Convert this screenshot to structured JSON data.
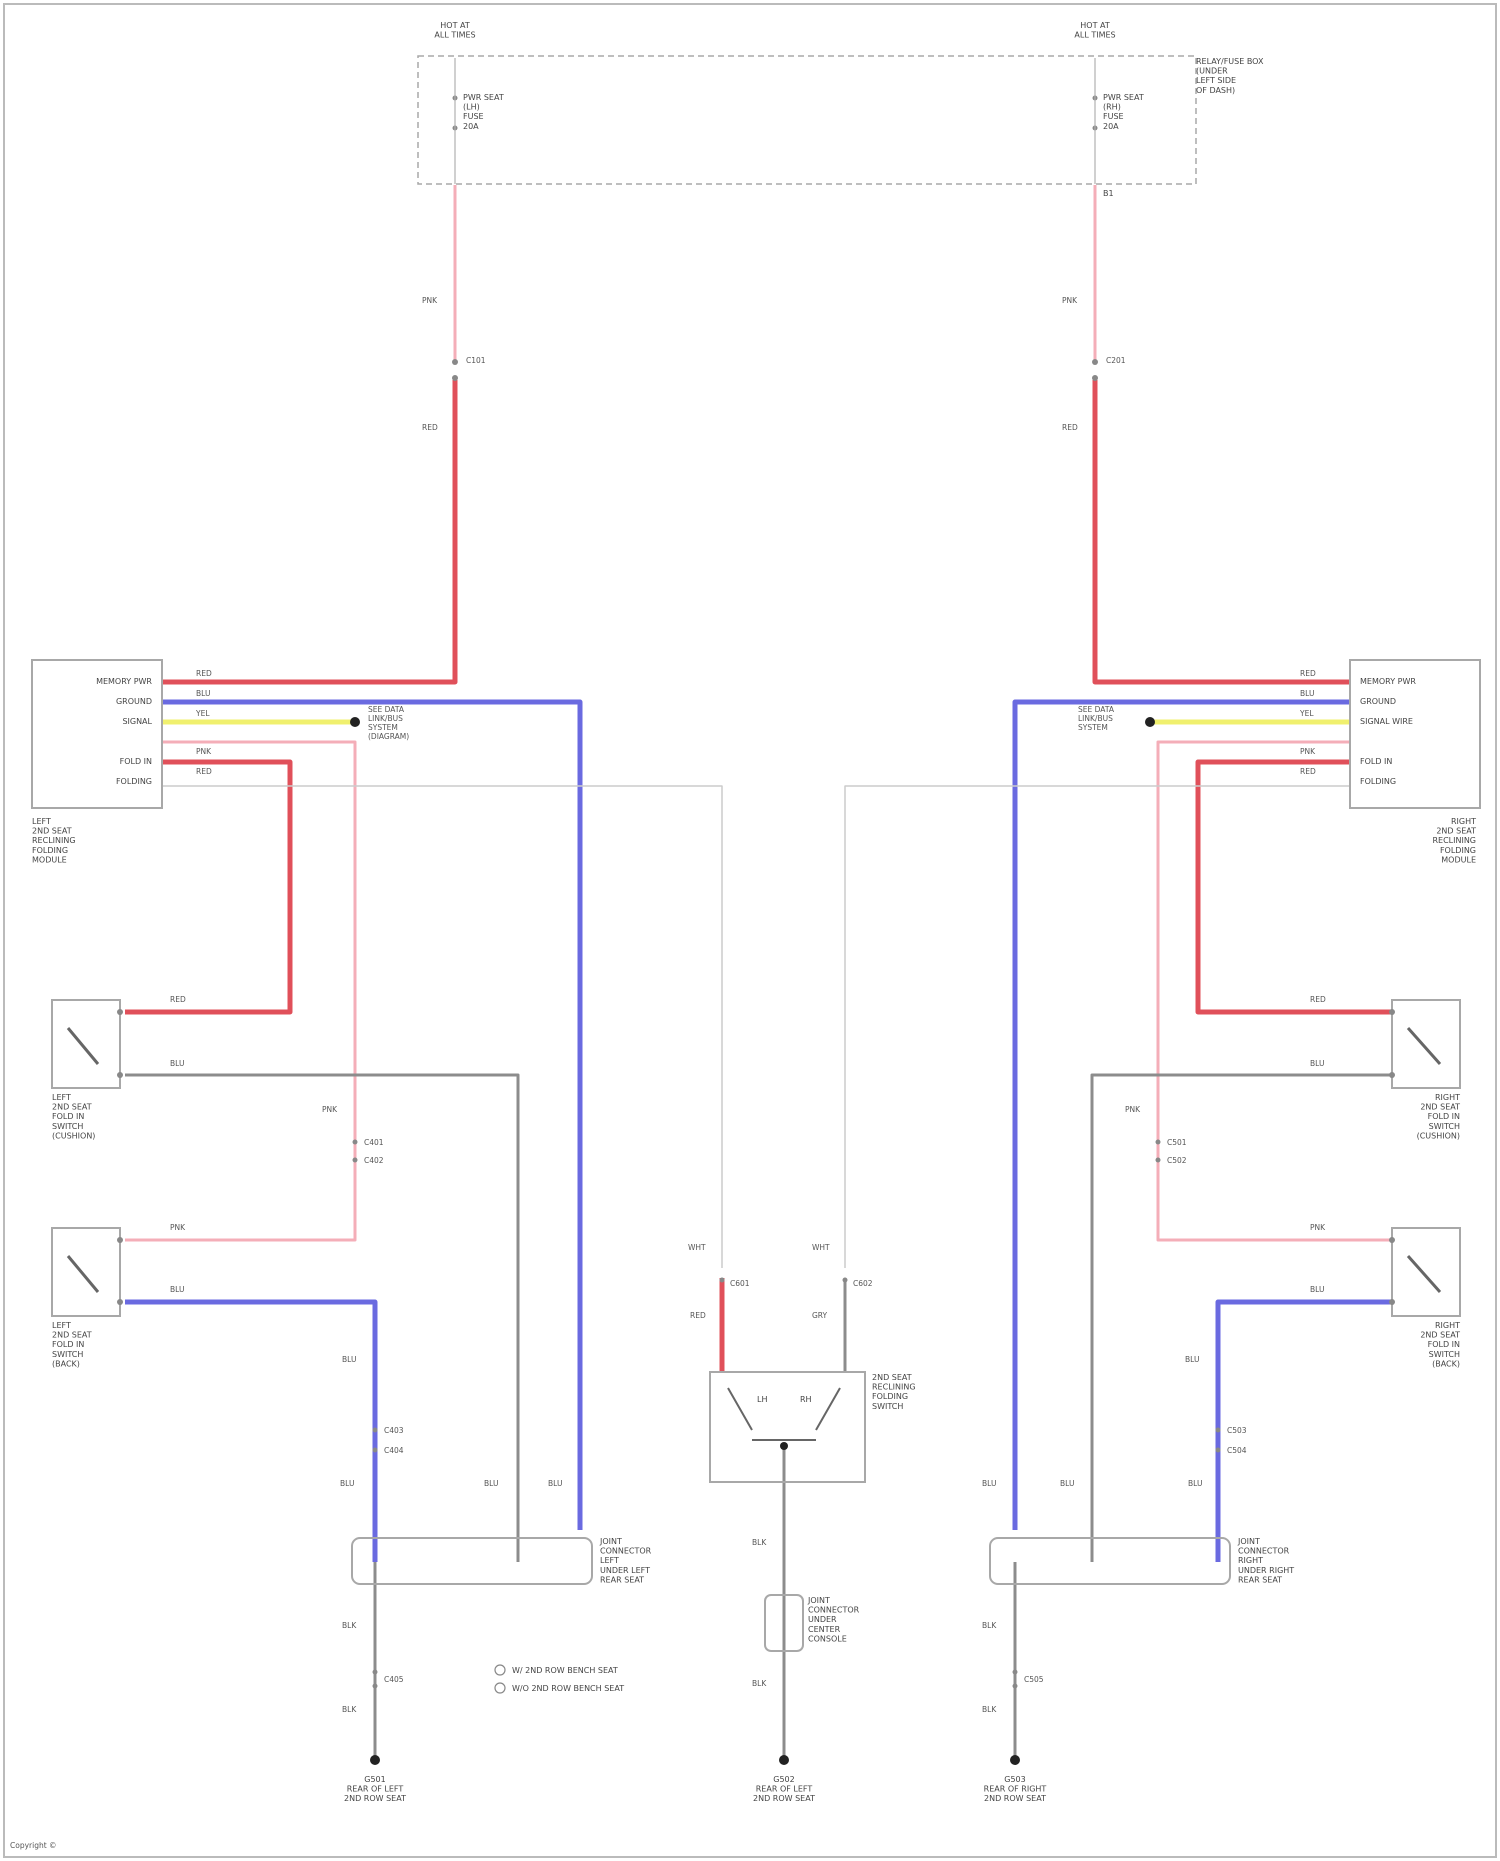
{
  "colors": {
    "red": "#e0505a",
    "pink": "#f4aeb8",
    "blue": "#6a6ae0",
    "yellow": "#f0f06e",
    "gray": "#8c8c8c",
    "thin": "#cccccc",
    "frame": "#a8a8a8"
  },
  "labels": {
    "hot_left": "HOT AT\nALL TIMES",
    "hot_right": "HOT AT\nALL TIMES",
    "fuse_left": "PWR SEAT\n(LH)\nFUSE\n20A",
    "fuse_right": "PWR SEAT\n(RH)\nFUSE\n20A",
    "underhood": "RELAY/FUSE BOX\n(UNDER\nLEFT SIDE\nOF DASH)",
    "underhood_pin": "B1",
    "wire_pnk_l": "PNK",
    "wire_pnk_r": "PNK",
    "conn_l1": "C101",
    "conn_r1": "C201",
    "wire_red_l": "RED",
    "wire_red_r": "RED",
    "lmod_l1": "MEMORY PWR",
    "lmod_l2": "GROUND",
    "lmod_l3": "SIGNAL",
    "lmod_l4": "FOLD IN",
    "lmod_l5": "FOLDING",
    "lmod_w1": "RED",
    "lmod_w2": "BLU",
    "lmod_w3": "YEL",
    "lmod_w4": "PNK",
    "lmod_w5": "RED",
    "lmod_name": "LEFT\n2ND SEAT\nRECLINING\nFOLDING\nMODULE",
    "lmod_note": "SEE DATA\nLINK/BUS\nSYSTEM\n(DIAGRAM)",
    "rmod_l1": "MEMORY PWR",
    "rmod_l2": "GROUND",
    "rmod_l3": "SIGNAL WIRE",
    "rmod_l4": "FOLD IN",
    "rmod_l5": "FOLDING",
    "rmod_w1": "RED",
    "rmod_w2": "BLU",
    "rmod_w3": "YEL",
    "rmod_w4": "PNK",
    "rmod_w5": "RED",
    "rmod_name": "RIGHT\n2ND SEAT\nRECLINING\nFOLDING\nMODULE",
    "rmod_note": "SEE DATA\nLINK/BUS\nSYSTEM",
    "lsw1_name": "LEFT\n2ND SEAT\nFOLD IN\nSWITCH\n(CUSHION)",
    "lsw1_w1": "RED",
    "lsw1_w2": "BLU",
    "rsw1_name": "RIGHT\n2ND SEAT\nFOLD IN\nSWITCH\n(CUSHION)",
    "rsw1_w1": "RED",
    "rsw1_w2": "BLU",
    "lsw2_name": "LEFT\n2ND SEAT\nFOLD IN\nSWITCH\n(BACK)",
    "lsw2_w1": "PNK",
    "lsw2_w2": "BLU",
    "rsw2_name": "RIGHT\n2ND SEAT\nFOLD IN\nSWITCH\n(BACK)",
    "rsw2_w1": "PNK",
    "rsw2_w2": "BLU",
    "l_pnk_vert": "PNK",
    "l_conn_a": "C401",
    "l_conn_b": "C402",
    "r_pnk_vert": "PNK",
    "r_conn_a": "C501",
    "r_conn_b": "C502",
    "l_blu_mid": "BLU",
    "l_conn_c": "C403",
    "l_conn_d": "C404",
    "r_blu_mid": "BLU",
    "r_conn_c": "C503",
    "r_conn_d": "C504",
    "l_jc_w1": "BLU",
    "l_jc_w2": "BLU",
    "l_jc_w3": "BLU",
    "l_jc_name": "JOINT\nCONNECTOR\nLEFT\nUNDER LEFT\nREAR SEAT",
    "r_jc_w1": "BLU",
    "r_jc_w2": "BLU",
    "r_jc_w3": "BLU",
    "r_jc_name": "JOINT\nCONNECTOR\nRIGHT\nUNDER RIGHT\nREAR SEAT",
    "c_w_l": "WHT",
    "c_w_r": "WHT",
    "c_conn_l": "C601",
    "c_conn_r": "C602",
    "c_red": "RED",
    "c_gray": "GRY",
    "c_sw_name": "2ND SEAT\nRECLINING\nFOLDING\nSWITCH",
    "c_sw_lh": "LH",
    "c_sw_rh": "RH",
    "c_w_down": "BLK",
    "c_jc_name": "JOINT\nCONNECTOR\nUNDER\nCENTER\nCONSOLE",
    "c_w_down2": "BLK",
    "l_w_low": "BLK",
    "l_conn_low": "C405",
    "l_w_low2": "BLK",
    "r_w_low": "BLK",
    "r_conn_low": "C505",
    "r_w_low2": "BLK",
    "g_left": "G501\nREAR OF LEFT\n2ND ROW SEAT",
    "g_center": "G502\nREAR OF LEFT\n2ND ROW SEAT",
    "g_right": "G503\nREAR OF RIGHT\n2ND ROW SEAT",
    "legend_1": "W/ 2ND ROW BENCH SEAT",
    "legend_2": "W/O 2ND ROW BENCH SEAT",
    "footer": "Copyright ©"
  }
}
